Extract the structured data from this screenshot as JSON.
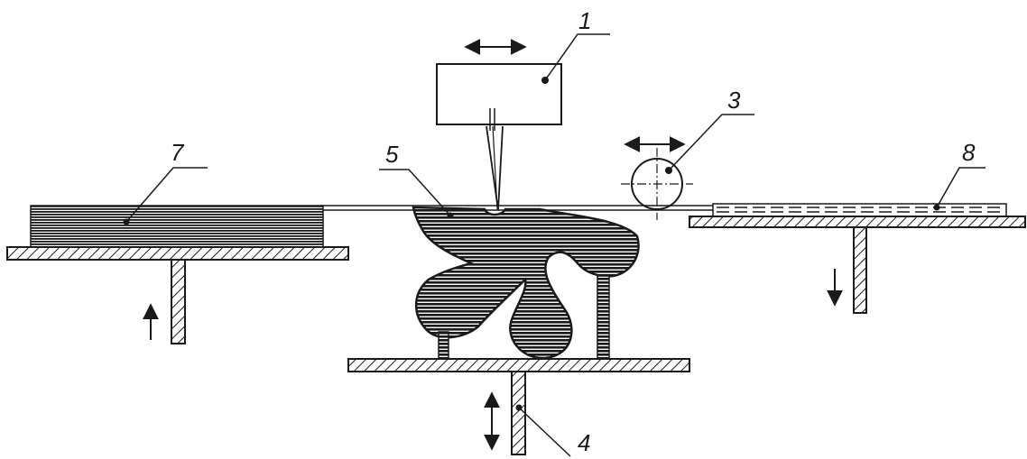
{
  "labels": {
    "laser": "1",
    "roller": "3",
    "platform": "4",
    "part": "5",
    "supply_stack": "7",
    "waste_stack": "8"
  },
  "colors": {
    "ink": "#1a1a1a",
    "background": "#ffffff"
  }
}
